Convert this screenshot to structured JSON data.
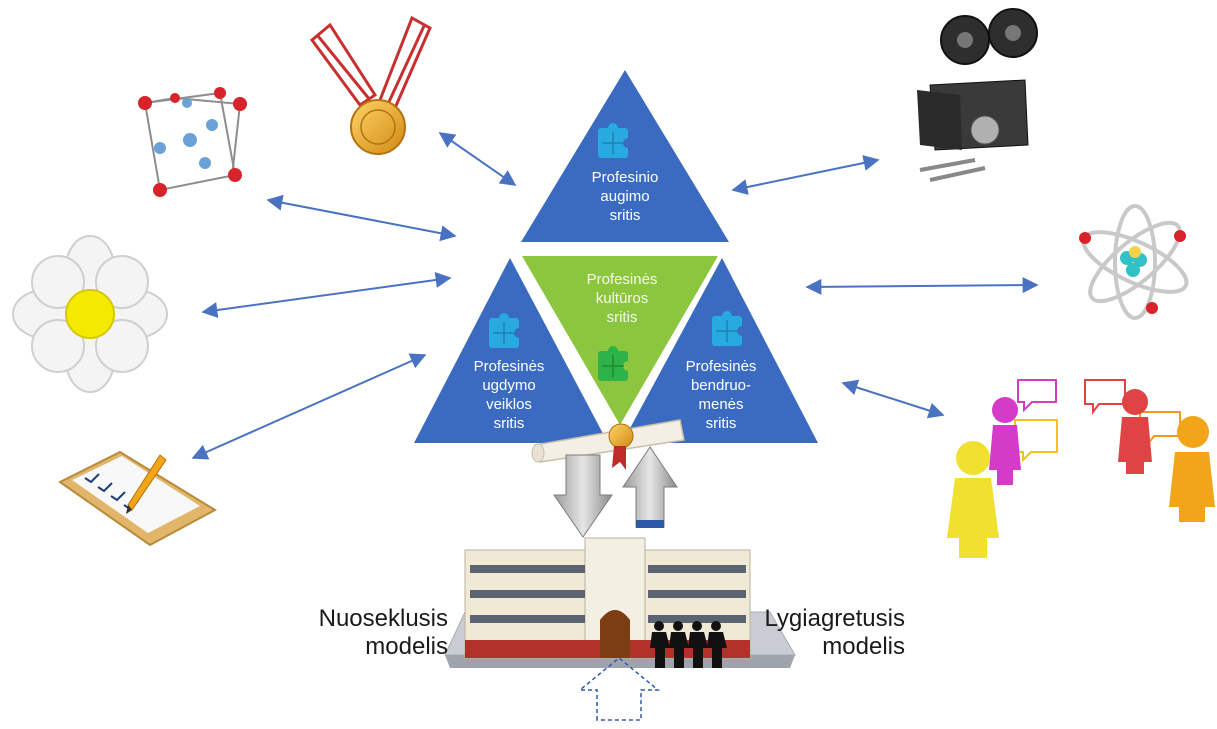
{
  "triangles": {
    "top": [
      "Profesinio",
      "augimo",
      "sritis"
    ],
    "center": [
      "Profesinės",
      "kultūros",
      "sritis"
    ],
    "left": [
      "Profesinės",
      "ugdymo",
      "veiklos",
      "sritis"
    ],
    "right": [
      "Profesinės",
      "bendruo-",
      "menės",
      "sritis"
    ]
  },
  "models": {
    "left": [
      "Nuoseklusis",
      "modelis"
    ],
    "right": [
      "Lygiagretusis",
      "modelis"
    ]
  },
  "colors": {
    "blue_triangle": "#3a6bc0",
    "green_triangle": "#8cc63f",
    "arrow": "#4a72c2",
    "puzzle_blue": "#28a9e0",
    "puzzle_green": "#2db34a"
  },
  "icons": [
    "molecule-cube-icon",
    "medal-icon",
    "daisy-flower-icon",
    "clipboard-checklist-icon",
    "film-camera-icon",
    "atom-icon",
    "people-speech-bubbles-icon",
    "diploma-scroll-icon",
    "school-building-icon"
  ]
}
